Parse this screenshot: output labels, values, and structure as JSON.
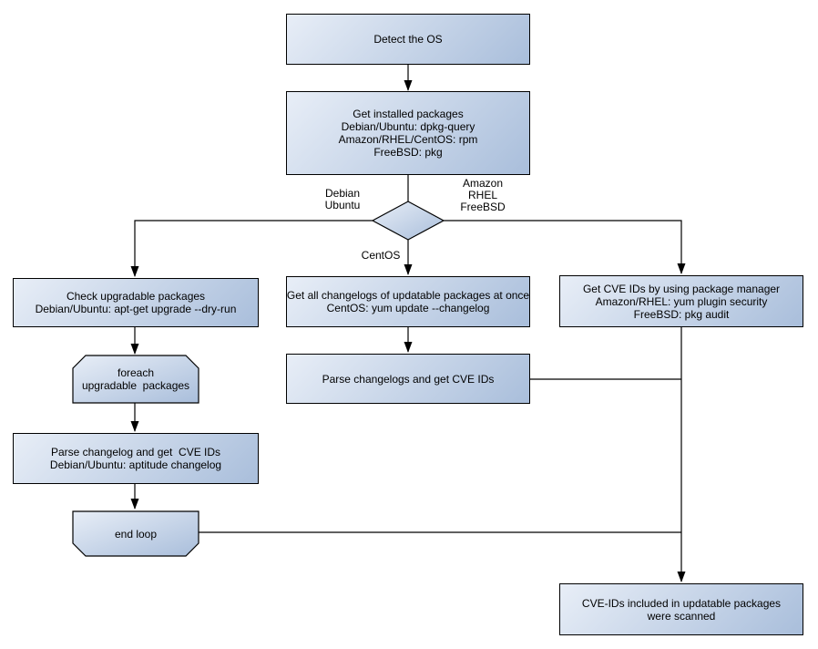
{
  "diagram": {
    "title": "OS package CVE scan flowchart",
    "colors": {
      "canvas_bg": "#ffffff",
      "node_fill_light": "#e8eef7",
      "node_fill_dark": "#a9bedb",
      "node_border": "#000000",
      "connector": "#000000",
      "text": "#000000"
    },
    "nodes": {
      "detect_os": {
        "label": "Detect the OS"
      },
      "get_installed_packages": {
        "label": "Get installed packages\nDebian/Ubuntu: dpkg-query\nAmazon/RHEL/CentOS: rpm\nFreeBSD: pkg"
      },
      "check_upgradable_packages": {
        "label": "Check upgradable packages\nDebian/Ubuntu: apt-get upgrade --dry-run"
      },
      "foreach_loop_start": {
        "label": "foreach\nupgradable  packages"
      },
      "parse_changelog": {
        "label": "Parse changelog and get  CVE IDs\nDebian/Ubuntu: aptitude changelog"
      },
      "end_loop": {
        "label": "end loop"
      },
      "get_all_changelogs": {
        "label": "Get all changelogs of updatable packages at once\nCentOS: yum update --changelog"
      },
      "parse_changelogs": {
        "label": "Parse changelogs and get CVE IDs"
      },
      "get_cve_ids_pkg_manager": {
        "label": "Get CVE IDs by using package manager\nAmazon/RHEL: yum plugin security\nFreeBSD: pkg audit"
      },
      "scan_result": {
        "label": "CVE-IDs included in updatable packages\nwere scanned"
      }
    },
    "edge_labels": {
      "left_branch": "Debian\nUbuntu",
      "right_branch": "Amazon\nRHEL\nFreeBSD",
      "down_branch": "CentOS"
    }
  }
}
